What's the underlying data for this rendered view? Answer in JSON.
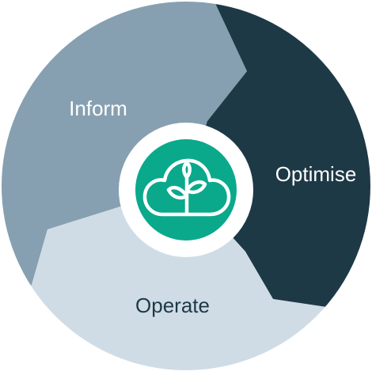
{
  "diagram": {
    "segments": [
      {
        "id": "inform",
        "label": "Inform",
        "color": "#86a0b1",
        "text_color": "#ffffff"
      },
      {
        "id": "optimise",
        "label": "Optimise",
        "color": "#1e3946",
        "text_color": "#ffffff"
      },
      {
        "id": "operate",
        "label": "Operate",
        "color": "#cfdce6",
        "text_color": "#1e3946"
      }
    ],
    "hub": {
      "icon": "cloud-with-plant-icon",
      "ring_color": "#ffffff",
      "fill_color": "#0aa98c",
      "icon_color": "#ffffff"
    }
  }
}
